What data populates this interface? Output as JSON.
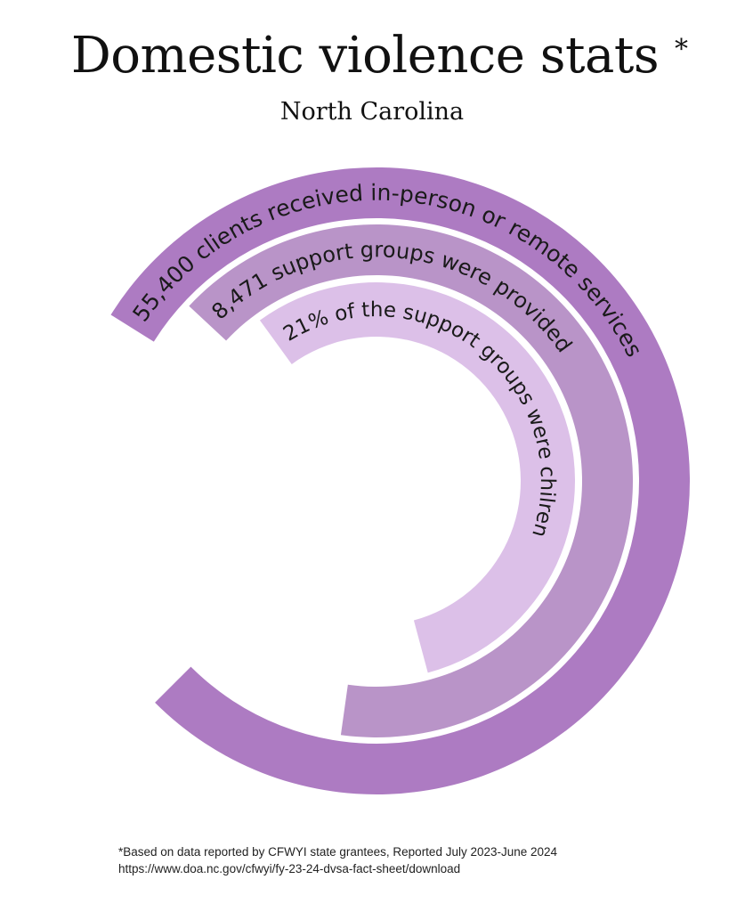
{
  "header": {
    "title": "Domestic violence stats",
    "asterisk": "*",
    "subtitle": "North Carolina"
  },
  "chart_data": {
    "type": "radial bar",
    "title": "Domestic violence stats",
    "subtitle": "North Carolina",
    "series": [
      {
        "label": "55,400 clients received in-person or remote services",
        "value": 55400,
        "color": "#AD7BC2"
      },
      {
        "label": "8,471 support groups were provided",
        "value": 8471,
        "color": "#B994C8"
      },
      {
        "label": "21% of the support groups were chilren",
        "value": 21,
        "unit": "%",
        "color": "#DCC0E8"
      }
    ]
  },
  "footer": {
    "note": "*Based on data reported by CFWYI state grantees, Reported July 2023-June 2024",
    "source": "https://www.doa.nc.gov/cfwyi/fy-23-24-dvsa-fact-sheet/download"
  }
}
